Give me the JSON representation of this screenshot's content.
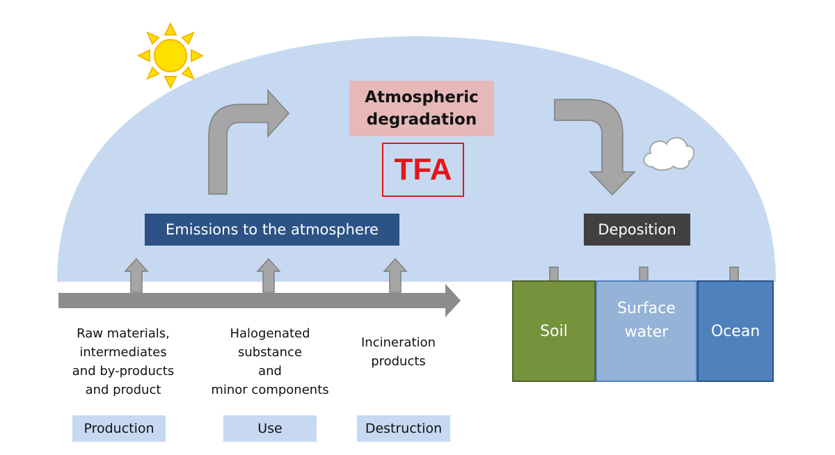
{
  "diagram": {
    "atmospheric_degradation": "Atmospheric\ndegradation",
    "tfa": "TFA",
    "emissions": "Emissions to the atmosphere",
    "deposition": "Deposition",
    "compartments": [
      "Soil",
      "Surface\nwater",
      "Ocean"
    ],
    "stage_descriptions": [
      "Raw materials,\nintermediates\nand by-products\nand product",
      "Halogenated\nsubstance\nand\nminor components",
      "Incineration\nproducts"
    ],
    "stages": [
      "Production",
      "Use",
      "Destruction"
    ],
    "colors": {
      "sky": "#c6d9f1",
      "arrow": "#a6a6a6",
      "arrow_outline": "#7f7f7f",
      "sun": "#ffe000",
      "sun_outline": "#f5b800",
      "degradation_box": "#e6b9b8",
      "tfa": "#e4151b",
      "emissions_box": "#2c5286",
      "deposition_box": "#404040",
      "soil": "#76923c",
      "surface_water": "#95b3d7",
      "ocean": "#4f81bd"
    },
    "icons": [
      "sun-icon",
      "cloud-icon"
    ]
  }
}
